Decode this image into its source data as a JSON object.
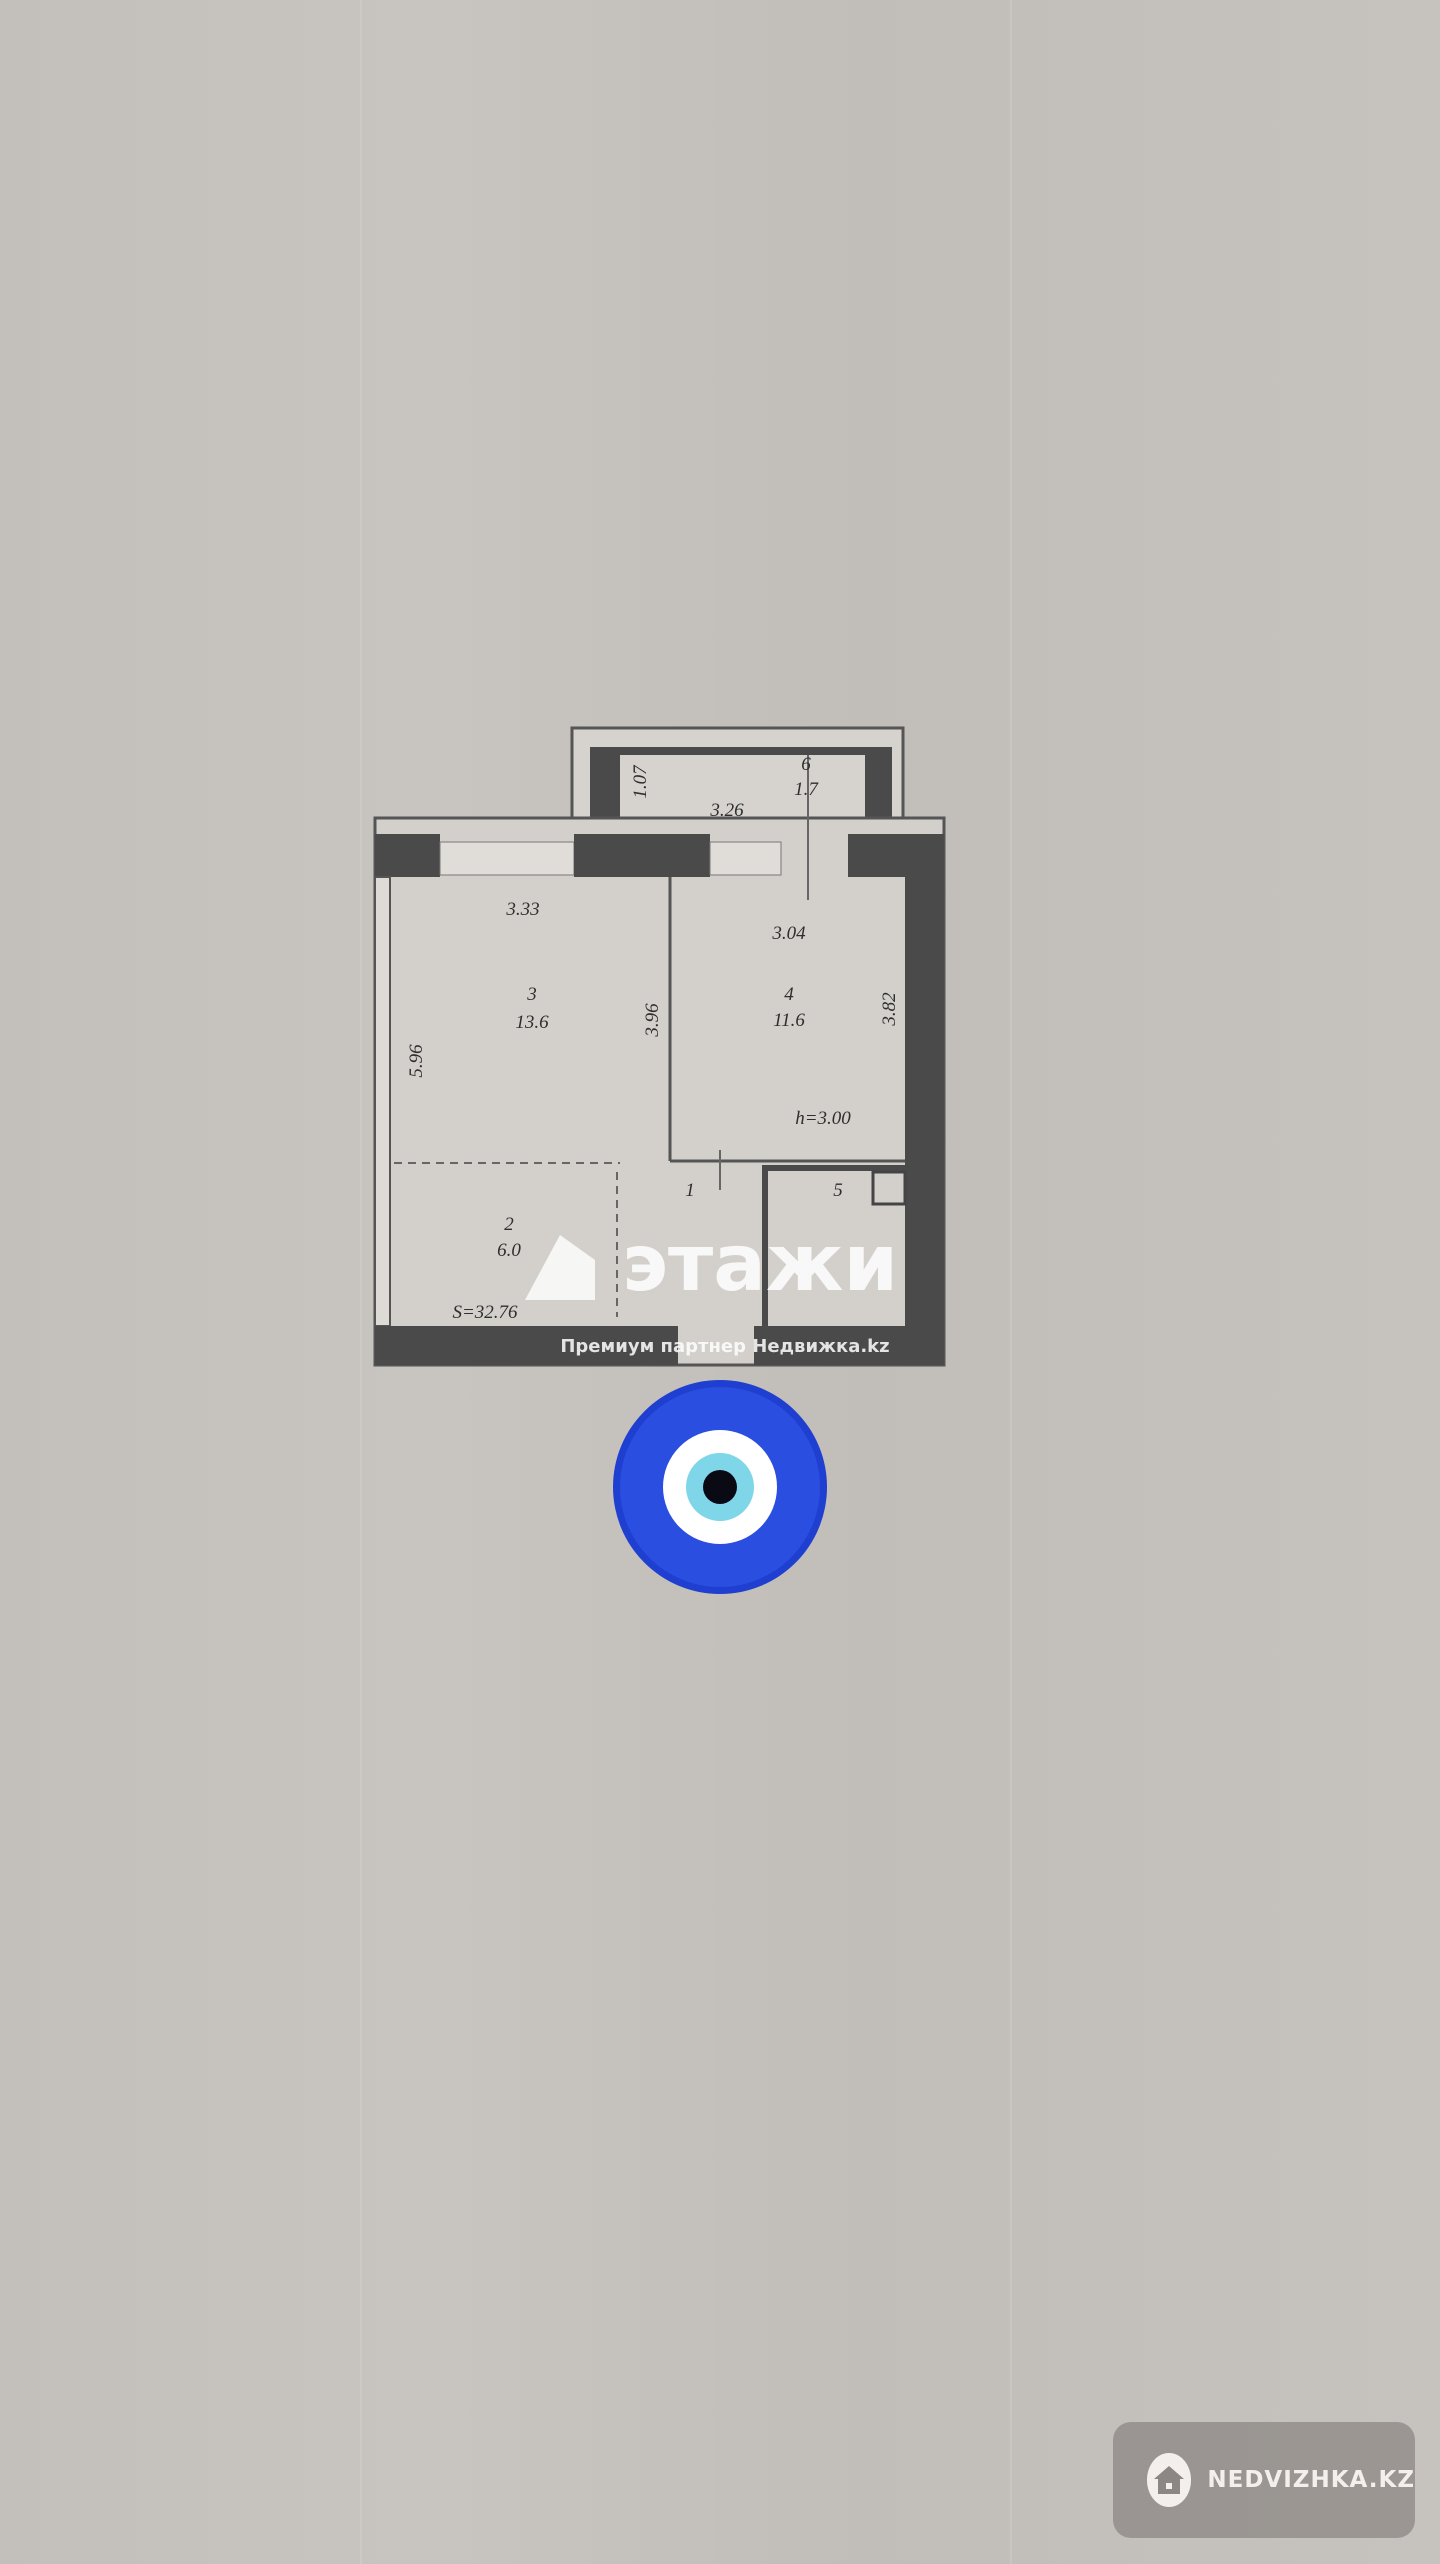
{
  "plan": {
    "balcony_width": "1.07",
    "balcony_room_number": "6",
    "balcony_area": "1.7",
    "balcony_length": "3.26",
    "room3_width": "3.33",
    "room3_number": "3",
    "room3_area": "13.6",
    "room3_depth": "3.96",
    "left_wall_length": "5.96",
    "room4_width": "3.04",
    "room4_number": "4",
    "room4_area": "11.6",
    "room4_depth": "3.82",
    "ceiling_height": "h=3.00",
    "room2_number": "2",
    "room2_area": "6.0",
    "room1_number": "1",
    "room5_number": "5",
    "total_area": "S=32.76"
  },
  "watermark": {
    "brand": "этажи",
    "tagline": "Премиум партнер Недвижка.kz"
  },
  "badge": {
    "label": "NEDVIZHKA.KZ",
    "icon": "house-icon"
  },
  "colors": {
    "background": "#c4c0bc",
    "wall": "#4a4a4a",
    "eye_blue": "#1f3fd0"
  }
}
